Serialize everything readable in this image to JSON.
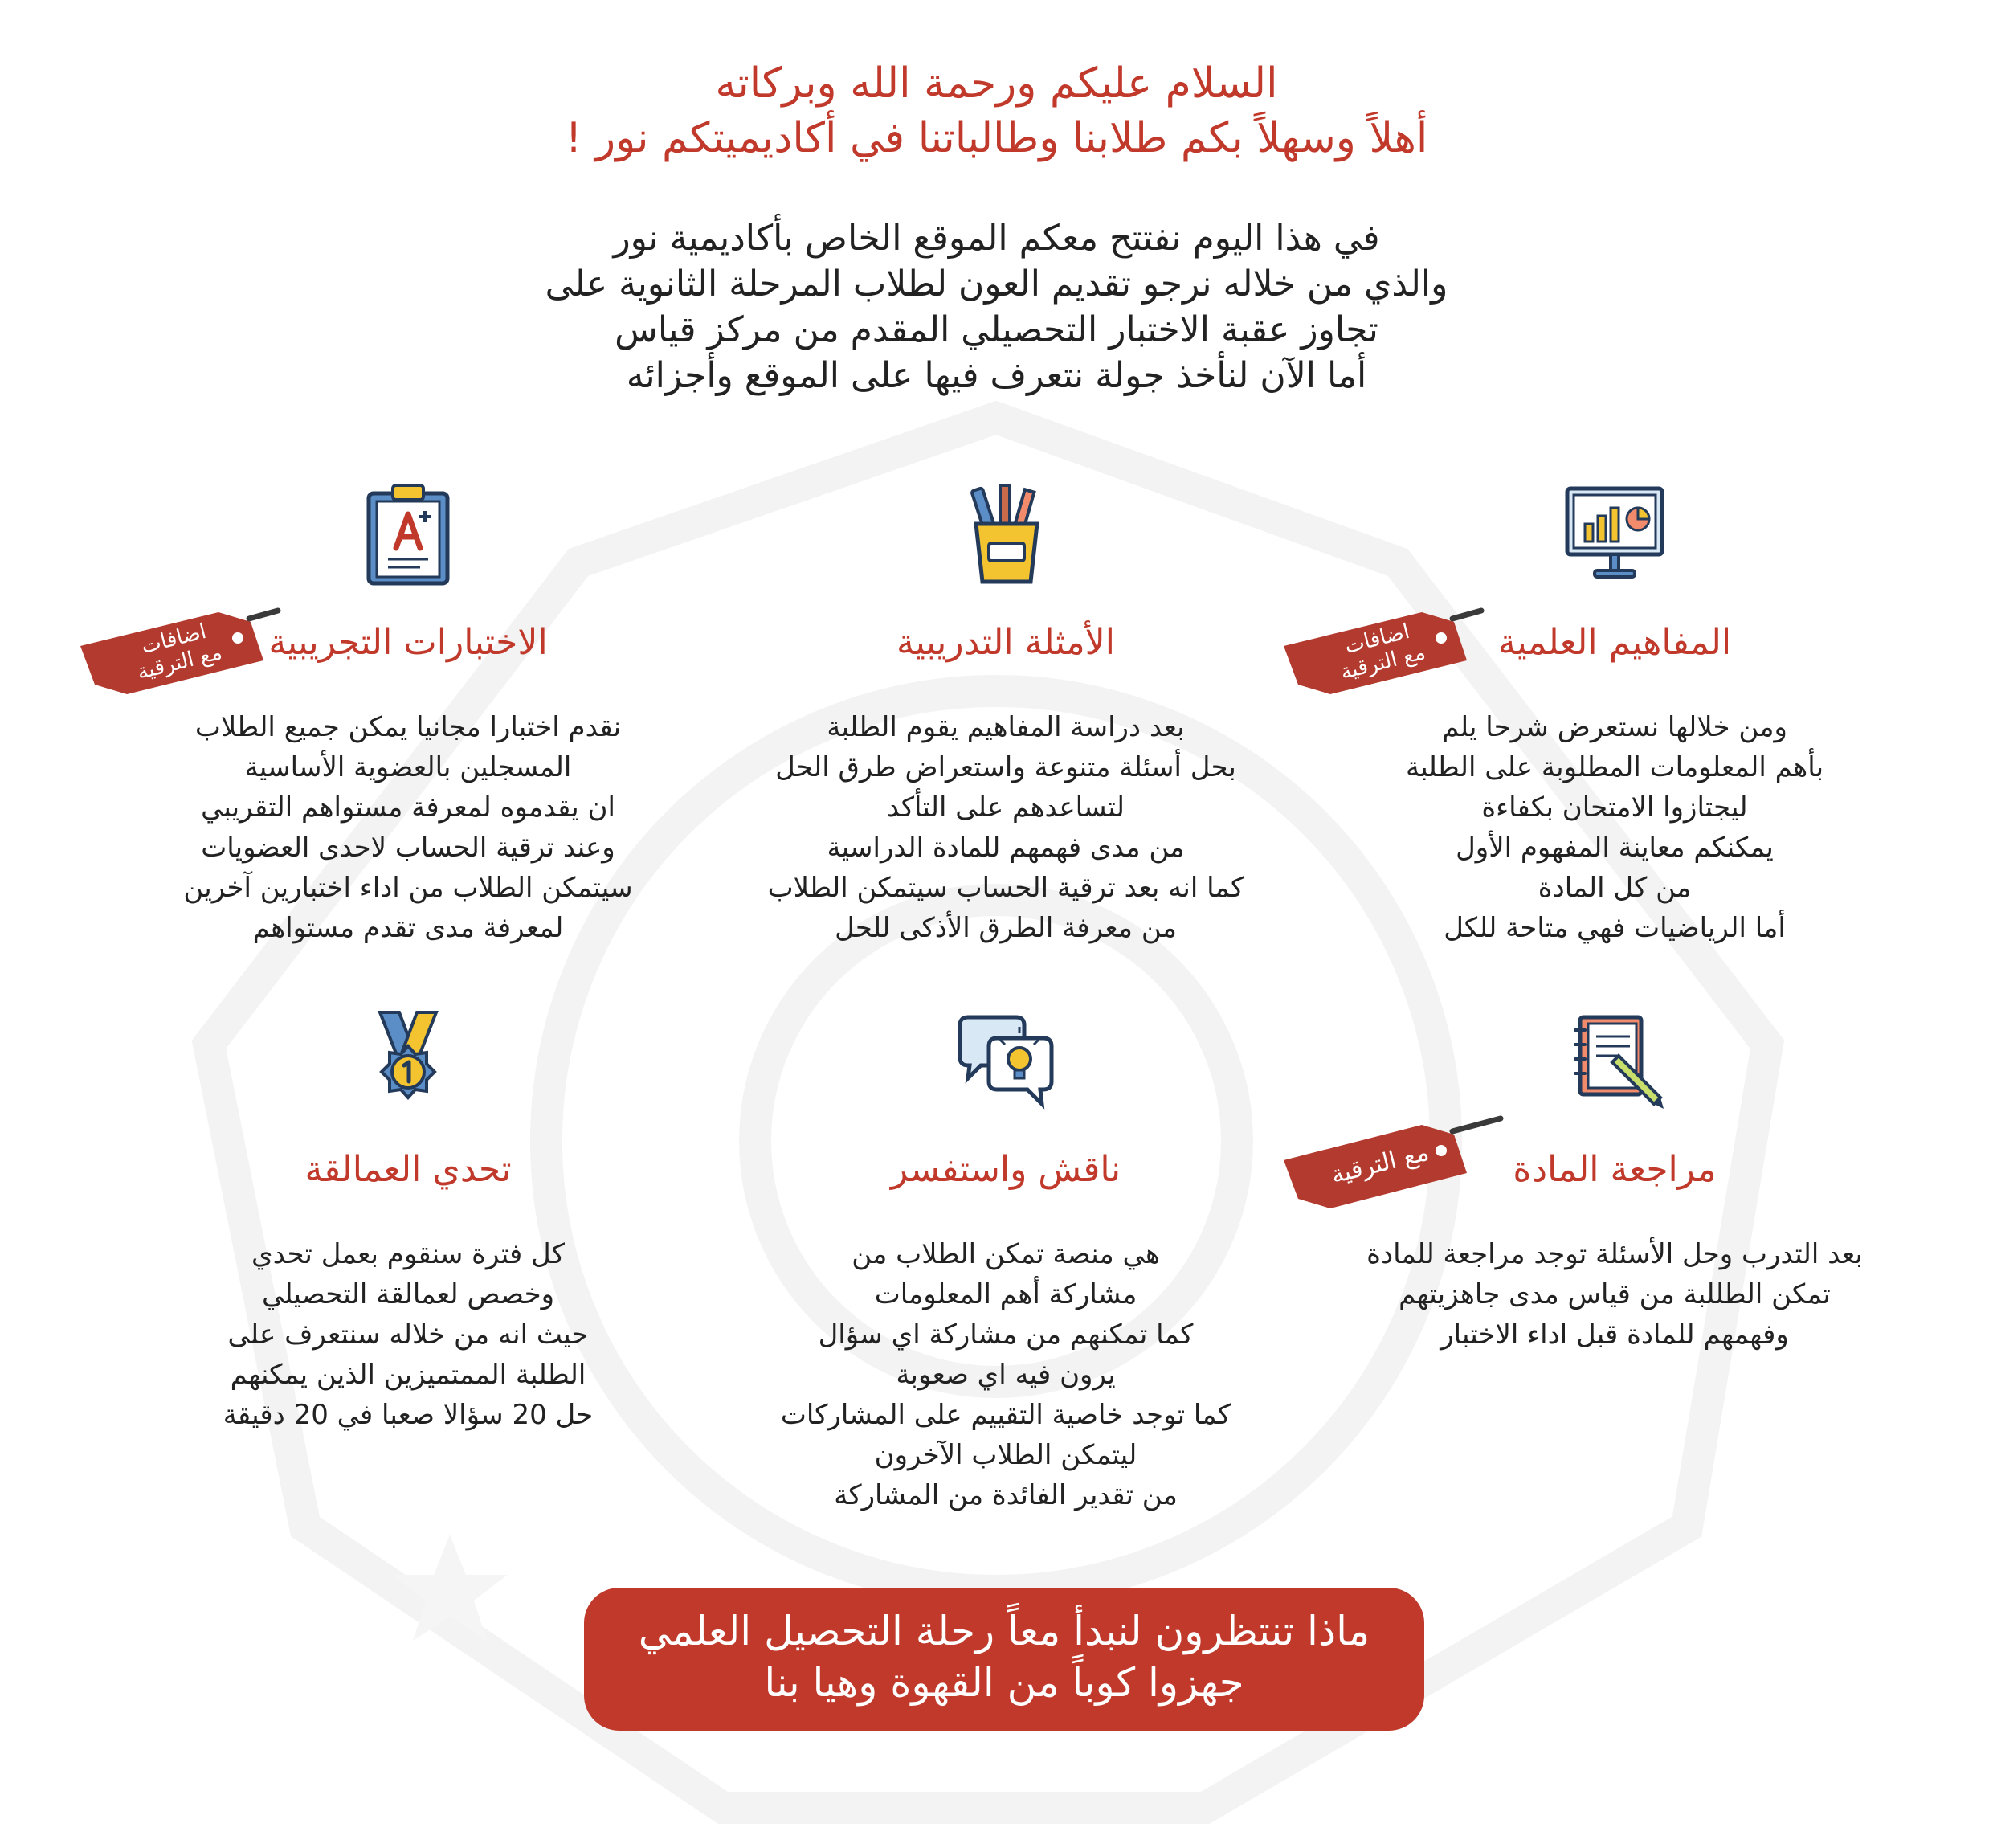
{
  "greeting": {
    "line1": "السلام عليكم ورحمة الله وبركاته",
    "line2": "أهلاً وسهلاً بكم طلابنا وطالباتنا في أكاديميتكم نور !"
  },
  "intro": [
    "في هذا اليوم نفتتح معكم الموقع الخاص بأكاديمية نور",
    "والذي من خلاله نرجو تقديم العون لطلاب المرحلة الثانوية على",
    "تجاوز عقبة الاختبار التحصيلي المقدم من مركز قياس",
    "أما الآن لنأخذ جولة نتعرف فيها على الموقع وأجزائه"
  ],
  "features": [
    {
      "title": "المفاهيم العلمية",
      "icon": "presentation-chart-icon",
      "badge": {
        "line1": "اضافات",
        "line2": "مع الترقية"
      },
      "desc": [
        "ومن خلالها نستعرض شرحا يلم",
        "بأهم المعلومات المطلوبة على الطلبة",
        "ليجتازوا الامتحان بكفاءة",
        "يمكنكم معاينة المفهوم الأول",
        "من كل المادة",
        "أما الرياضيات فهي متاحة للكل"
      ]
    },
    {
      "title": "الأمثلة التدريبية",
      "icon": "pencil-cup-icon",
      "desc": [
        "بعد دراسة المفاهيم يقوم الطلبة",
        "بحل أسئلة متنوعة واستعراض طرق الحل",
        "لتساعدهم على التأكد",
        "من مدى فهمهم للمادة الدراسية",
        "كما انه بعد ترقية الحساب سيتمكن الطلاب",
        "من معرفة الطرق الأذكى للحل"
      ]
    },
    {
      "title": "الاختبارات التجريبية",
      "icon": "graded-test-clipboard-icon",
      "badge": {
        "line1": "اضافات",
        "line2": "مع الترقية"
      },
      "desc": [
        "نقدم اختبارا مجانيا يمكن جميع الطلاب",
        "المسجلين بالعضوية الأساسية",
        "ان يقدموه لمعرفة مستواهم التقريبي",
        "وعند ترقية الحساب لاحدى العضويات",
        "سيتمكن الطلاب من اداء اختبارين آخرين",
        "لمعرفة مدى تقدم مستواهم"
      ]
    },
    {
      "title": "مراجعة المادة",
      "icon": "notebook-pencil-icon",
      "badge": {
        "line1": "مع الترقية"
      },
      "desc": [
        "بعد التدرب وحل الأسئلة توجد مراجعة للمادة",
        "تمكن الطللبة من قياس مدى جاهزيتهم",
        "وفهمهم للمادة قبل اداء الاختبار"
      ]
    },
    {
      "title": "ناقش واستفسر",
      "icon": "chat-bubbles-lightbulb-icon",
      "desc": [
        "هي منصة تمكن الطلاب من",
        "مشاركة أهم المعلومات",
        "كما تمكنهم من مشاركة اي سؤال",
        "يرون فيه اي صعوبة",
        "كما توجد خاصية التقييم على المشاركات",
        "ليتمكن الطلاب الآخرون",
        "من تقدير الفائدة من المشاركة"
      ]
    },
    {
      "title": "تحدي العمالقة",
      "icon": "medal-icon",
      "desc": [
        "كل فترة سنقوم بعمل تحدي",
        "وخصص لعمالقة التحصيلي",
        "حيث انه من خلاله سنتعرف على",
        "الطلبة الممتميزين الذين يمكنهم",
        "حل 20 سؤالا صعبا في 20 دقيقة"
      ]
    }
  ],
  "cta": {
    "line1": "ماذا تنتظرون لنبدأ معاً رحلة التحصيل العلمي",
    "line2": "جهزوا كوباً من القهوة وهيا بنا"
  },
  "colors": {
    "accent": "#c0392b",
    "text": "#222222",
    "icon_blue": "#2f5b8f",
    "icon_yellow": "#f4c430"
  }
}
